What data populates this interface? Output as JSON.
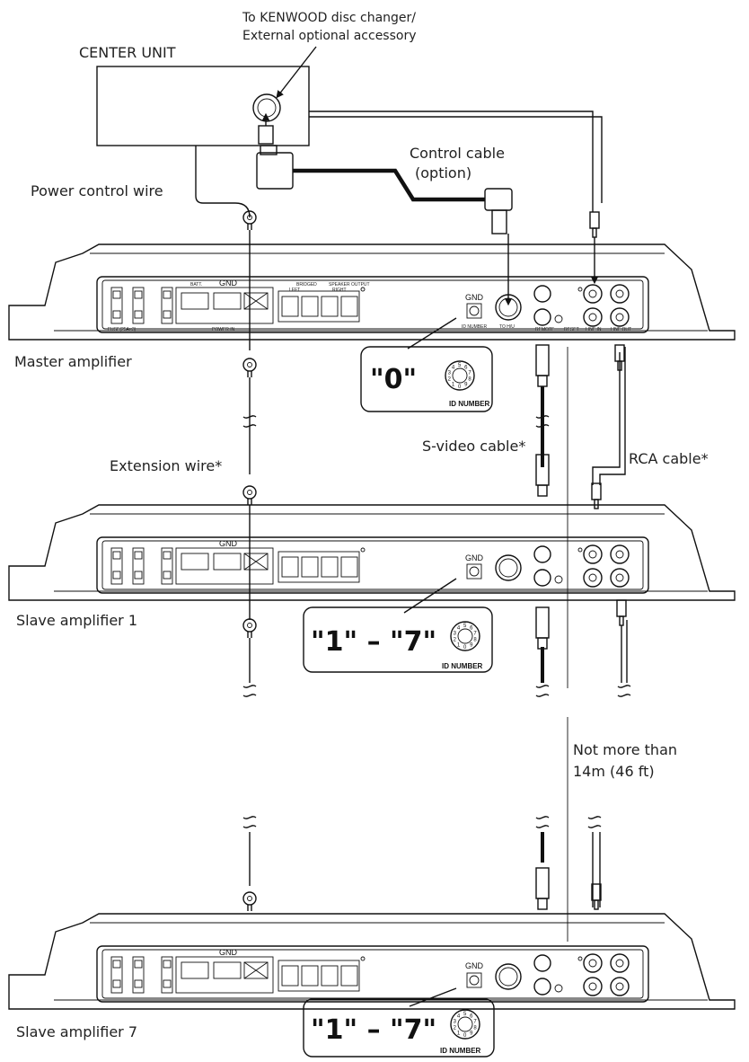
{
  "labels": {
    "center_unit": "CENTER UNIT",
    "accessory_line1": "To KENWOOD disc changer/",
    "accessory_line2": "External optional accessory",
    "control_cable_line1": "Control cable",
    "control_cable_line2": "(option)",
    "power_control_wire": "Power control wire",
    "master_amplifier": "Master amplifier",
    "slave_amplifier_1": "Slave amplifier 1",
    "slave_amplifier_7": "Slave amplifier 7",
    "extension_wire": "Extension wire*",
    "s_video_cable": "S-video cable*",
    "rca_cable": "RCA cable*",
    "distance_line1": "Not more than",
    "distance_line2": "14m (46 ft)"
  },
  "amp_panel": {
    "gnd": "GND",
    "batt": "BATT.",
    "bridged": "BRIDGED",
    "speaker_output": "SPEAKER OUTPUT",
    "left": "LEFT",
    "right": "RIGHT",
    "fuse": "FUSE(25A×3)",
    "power_in": "POWER IN",
    "id_number": "ID NUMBER",
    "to_hu": "TO H/U",
    "remote": "REMOTE",
    "reset": "RESET",
    "line_in": "LINE IN",
    "line_out": "LINE OUT"
  },
  "id_callouts": [
    {
      "value": "\"0\"",
      "caption": "ID NUMBER"
    },
    {
      "value": "\"1\" – \"7\"",
      "caption": "ID NUMBER"
    },
    {
      "value": "\"1\" – \"7\"",
      "caption": "ID NUMBER"
    }
  ],
  "dial_digits": [
    "5",
    "6",
    "7",
    "8",
    "9",
    "0",
    "1",
    "2",
    "3",
    "4"
  ]
}
